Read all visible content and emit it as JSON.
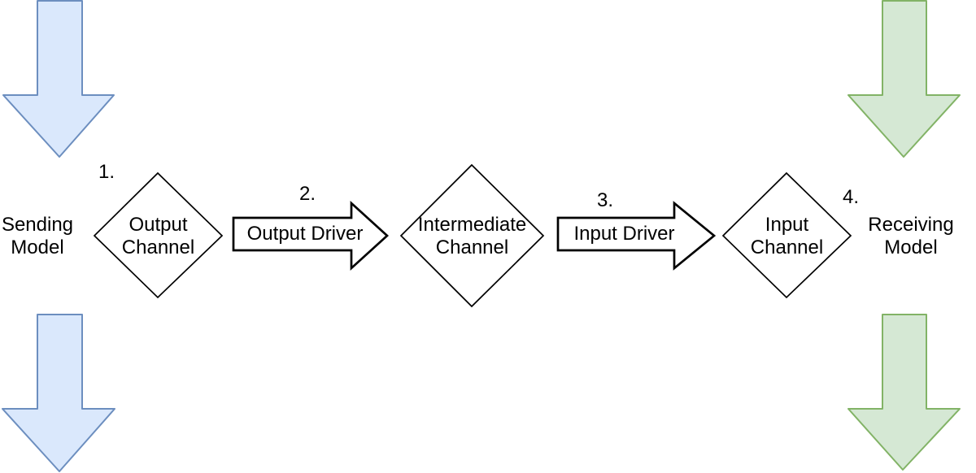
{
  "colors": {
    "background": "#ffffff",
    "blue_fill": "#dae8fc",
    "blue_stroke": "#6c8ebf",
    "green_fill": "#d5e8d4",
    "green_stroke": "#82b366",
    "shape_fill": "#ffffff",
    "shape_stroke": "#000000",
    "text_color": "#000000"
  },
  "nodes": {
    "sending_model": {
      "label": "Sending\nModel"
    },
    "output_channel": {
      "label": "Output\nChannel",
      "step": "1."
    },
    "output_driver": {
      "label": "Output Driver",
      "step": "2."
    },
    "intermediate_channel": {
      "label": "Intermediate\nChannel"
    },
    "input_driver": {
      "label": "Input Driver",
      "step": "3."
    },
    "input_channel": {
      "label": "Input\nChannel",
      "step": "4."
    },
    "receiving_model": {
      "label": "Receiving\nModel"
    }
  }
}
